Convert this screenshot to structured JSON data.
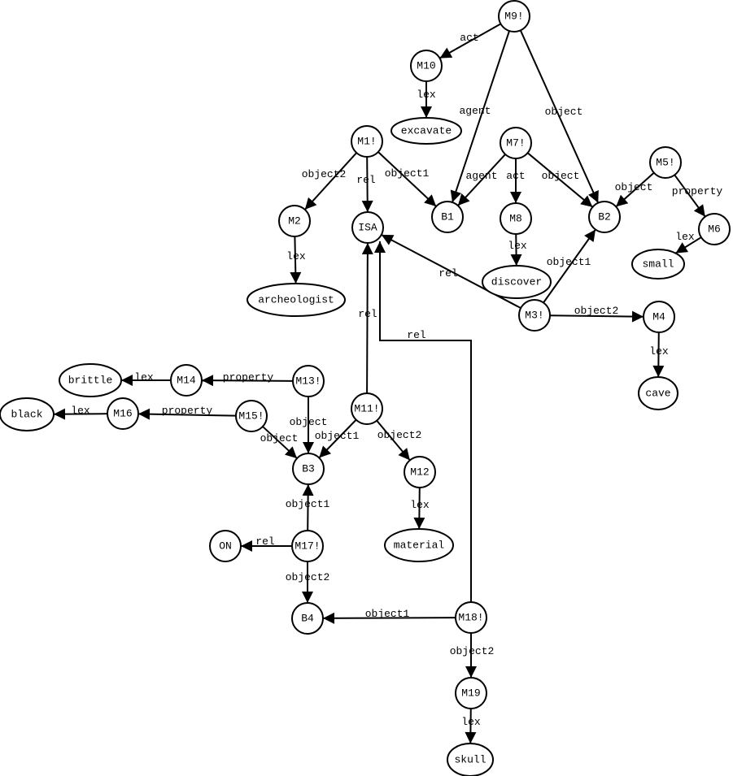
{
  "nodes": [
    {
      "id": "M9",
      "label": "M9!"
    },
    {
      "id": "M10",
      "label": "M10"
    },
    {
      "id": "excavate",
      "label": "excavate"
    },
    {
      "id": "M1",
      "label": "M1!"
    },
    {
      "id": "M7",
      "label": "M7!"
    },
    {
      "id": "M5",
      "label": "M5!"
    },
    {
      "id": "M2",
      "label": "M2"
    },
    {
      "id": "ISA",
      "label": "ISA"
    },
    {
      "id": "B1",
      "label": "B1"
    },
    {
      "id": "M8",
      "label": "M8"
    },
    {
      "id": "B2",
      "label": "B2"
    },
    {
      "id": "M6",
      "label": "M6"
    },
    {
      "id": "small",
      "label": "small"
    },
    {
      "id": "archeologist",
      "label": "archeologist"
    },
    {
      "id": "discover",
      "label": "discover"
    },
    {
      "id": "M3",
      "label": "M3!"
    },
    {
      "id": "M4",
      "label": "M4"
    },
    {
      "id": "cave",
      "label": "cave"
    },
    {
      "id": "brittle",
      "label": "brittle"
    },
    {
      "id": "M14",
      "label": "M14"
    },
    {
      "id": "M13",
      "label": "M13!"
    },
    {
      "id": "black",
      "label": "black"
    },
    {
      "id": "M16",
      "label": "M16"
    },
    {
      "id": "M15",
      "label": "M15!"
    },
    {
      "id": "M11",
      "label": "M11!"
    },
    {
      "id": "B3",
      "label": "B3"
    },
    {
      "id": "M12",
      "label": "M12"
    },
    {
      "id": "material",
      "label": "material"
    },
    {
      "id": "ON",
      "label": "ON"
    },
    {
      "id": "M17",
      "label": "M17!"
    },
    {
      "id": "B4",
      "label": "B4"
    },
    {
      "id": "M18",
      "label": "M18!"
    },
    {
      "id": "M19",
      "label": "M19"
    },
    {
      "id": "skull",
      "label": "skull"
    }
  ],
  "edges": [
    {
      "from": "M9",
      "to": "M10",
      "label": "act"
    },
    {
      "from": "M9",
      "to": "B1",
      "label": "agent"
    },
    {
      "from": "M9",
      "to": "B2",
      "label": "object"
    },
    {
      "from": "M10",
      "to": "excavate",
      "label": "lex"
    },
    {
      "from": "M1",
      "to": "M2",
      "label": "object2"
    },
    {
      "from": "M1",
      "to": "ISA",
      "label": "rel"
    },
    {
      "from": "M1",
      "to": "B1",
      "label": "object1"
    },
    {
      "from": "M7",
      "to": "B1",
      "label": "agent"
    },
    {
      "from": "M7",
      "to": "M8",
      "label": "act"
    },
    {
      "from": "M7",
      "to": "B2",
      "label": "object"
    },
    {
      "from": "M5",
      "to": "B2",
      "label": "object"
    },
    {
      "from": "M5",
      "to": "M6",
      "label": "property"
    },
    {
      "from": "M8",
      "to": "discover",
      "label": "lex"
    },
    {
      "from": "M6",
      "to": "small",
      "label": "lex"
    },
    {
      "from": "M2",
      "to": "archeologist",
      "label": "lex"
    },
    {
      "from": "M3",
      "to": "ISA",
      "label": "rel"
    },
    {
      "from": "M3",
      "to": "B2",
      "label": "object1"
    },
    {
      "from": "M3",
      "to": "M4",
      "label": "object2"
    },
    {
      "from": "M4",
      "to": "cave",
      "label": "lex"
    },
    {
      "from": "M11",
      "to": "ISA",
      "label": "rel"
    },
    {
      "from": "M18",
      "to": "ISA",
      "label": "rel"
    },
    {
      "from": "M13",
      "to": "M14",
      "label": "property"
    },
    {
      "from": "M14",
      "to": "brittle",
      "label": "lex"
    },
    {
      "from": "M13",
      "to": "B3",
      "label": "object"
    },
    {
      "from": "M15",
      "to": "M16",
      "label": "property"
    },
    {
      "from": "M16",
      "to": "black",
      "label": "lex"
    },
    {
      "from": "M15",
      "to": "B3",
      "label": "object"
    },
    {
      "from": "M11",
      "to": "B3",
      "label": "object1"
    },
    {
      "from": "M11",
      "to": "M12",
      "label": "object2"
    },
    {
      "from": "M12",
      "to": "material",
      "label": "lex"
    },
    {
      "from": "M17",
      "to": "B3",
      "label": "object1"
    },
    {
      "from": "M17",
      "to": "ON",
      "label": "rel"
    },
    {
      "from": "M17",
      "to": "B4",
      "label": "object2"
    },
    {
      "from": "M18",
      "to": "B4",
      "label": "object1"
    },
    {
      "from": "M18",
      "to": "M19",
      "label": "object2"
    },
    {
      "from": "M19",
      "to": "skull",
      "label": "lex"
    }
  ]
}
